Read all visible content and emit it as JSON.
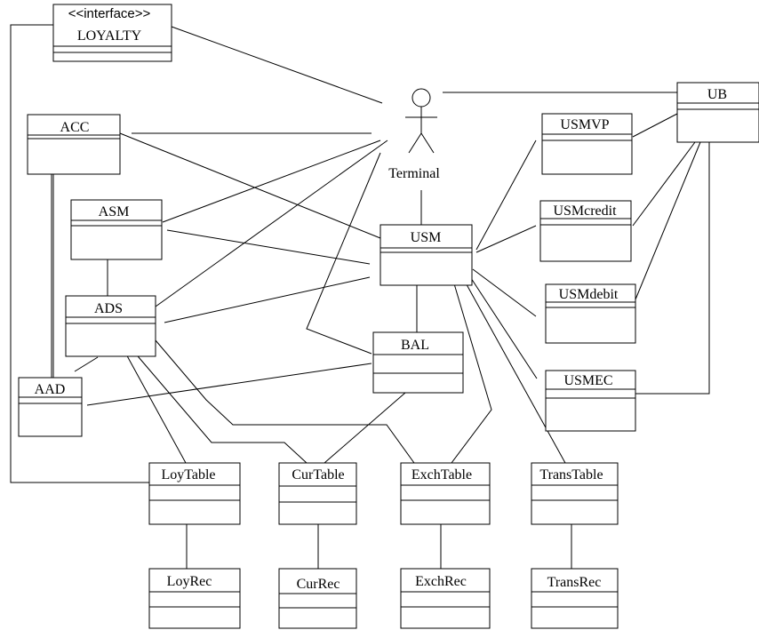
{
  "interface_box": {
    "stereotype": "<<interface>>",
    "name": "LOYALTY"
  },
  "actor": {
    "name": "Terminal"
  },
  "classes": {
    "acc": "ACC",
    "asm": "ASM",
    "ads": "ADS",
    "aad": "AAD",
    "usm": "USM",
    "bal": "BAL",
    "ub": "UB",
    "usmvp": "USMVP",
    "usmcredit": "USMcredit",
    "usmdebit": "USMdebit",
    "usmec": "USMEC",
    "loytable": "LoyTable",
    "curtable": "CurTable",
    "exchtable": "ExchTable",
    "transtable": "TransTable",
    "loyrec": "LoyRec",
    "currec": "CurRec",
    "exchrec": "ExchRec",
    "transrec": "TransRec"
  }
}
